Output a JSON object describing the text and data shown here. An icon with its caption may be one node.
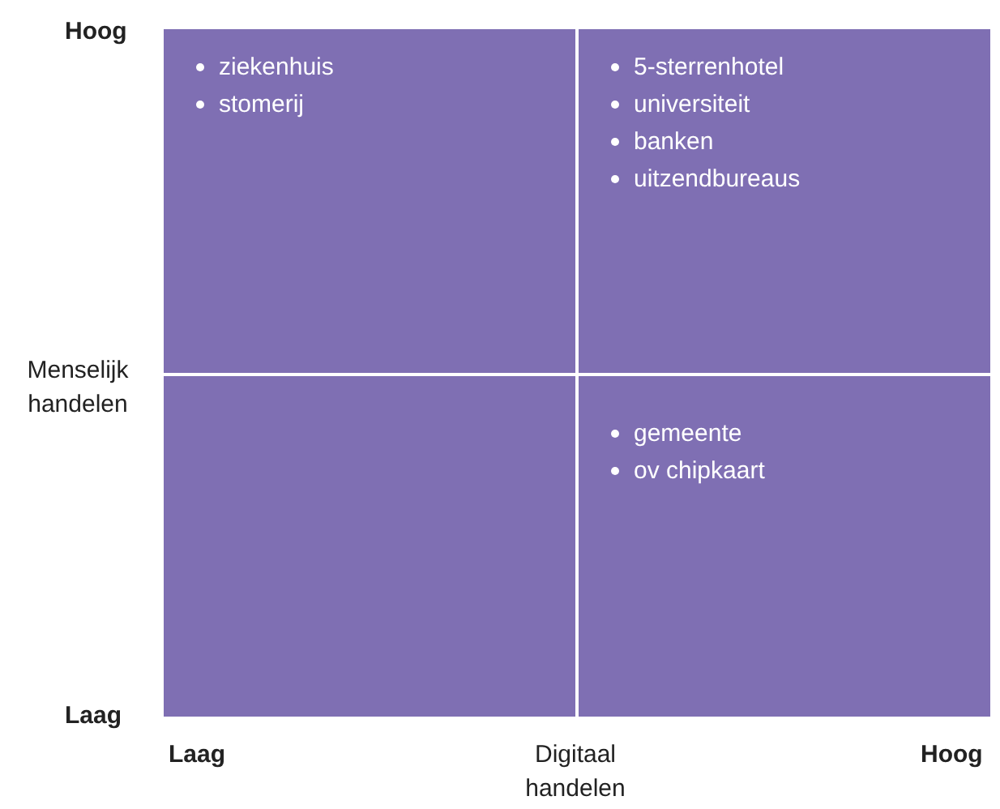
{
  "diagram": {
    "nodes": [
      {
        "text": [
          "ziekenhuis",
          "stomerij"
        ]
      },
      {
        "text": [
          "5-sterrenhotel",
          "universiteit",
          "banken",
          "uitzendbureaus"
        ]
      },
      {
        "text": [],
        "shape": "box"
      },
      {
        "text": [
          "gemeente",
          "ov chipkaart"
        ]
      }
    ],
    "labels": [
      "Hoog",
      "Menselijk handelen",
      "Laag",
      "Laag",
      "Digitaal handelen",
      "Hoog"
    ]
  }
}
